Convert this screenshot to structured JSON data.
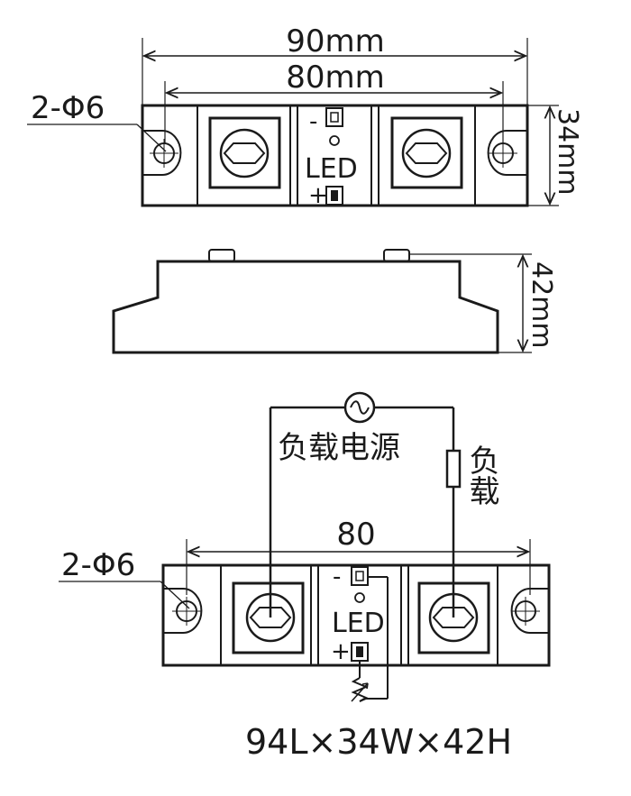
{
  "top_view": {
    "dim_overall": "90mm",
    "dim_holes": "80mm",
    "dim_hole_spec": "2-Φ6",
    "dim_width": "34mm",
    "led_minus": "-",
    "led_plus": "+",
    "led_label": "LED"
  },
  "side_view": {
    "dim_height": "42mm"
  },
  "wiring": {
    "source_label": "负载电源",
    "load_label": "负载",
    "dim_holes": "80",
    "dim_hole_spec": "2-Φ6",
    "led_minus": "-",
    "led_plus": "+",
    "led_label": "LED"
  },
  "size_label": "94L×34W×42H",
  "colors": {
    "line": "#1a1a1a",
    "background": "#ffffff"
  }
}
